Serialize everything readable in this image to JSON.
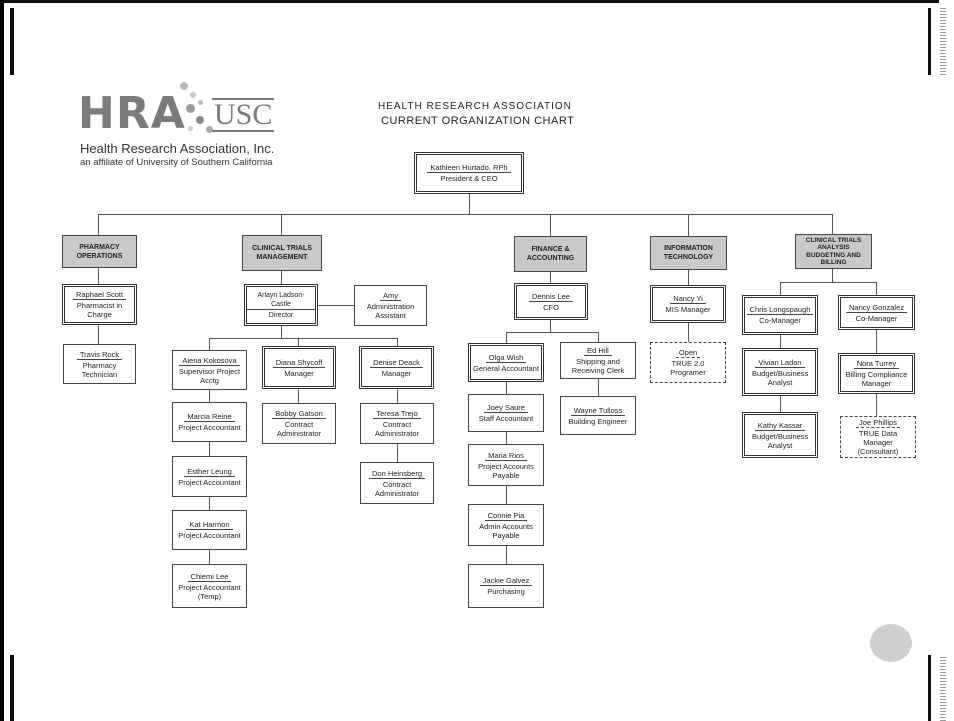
{
  "logo": {
    "mark": "HRA",
    "usc": "USC",
    "org_name": "Health Research Association, Inc.",
    "affiliation": "an affiliate of University of Southern California"
  },
  "header": {
    "title_line1": "HEALTH RESEARCH ASSOCIATION",
    "title_line2": "CURRENT ORGANIZATION CHART"
  },
  "ceo": {
    "name": "Kathleen Hurtado, RPh",
    "title": "President & CEO"
  },
  "departments": {
    "pharmacy": "PHARMACY OPERATIONS",
    "clinical_trials": "CLINICAL TRIALS MANAGEMENT",
    "finance": "FINANCE & ACCOUNTING",
    "it": "INFORMATION TECHNOLOGY",
    "ct_billing": "CLINICAL TRIALS ANALYSIS BUDGETING AND BILLING"
  },
  "pharmacy": {
    "head": {
      "name": "Raphael Scott",
      "title": "Pharmacist in Charge"
    },
    "staff": {
      "name": "Travis Rock",
      "title": "Pharmacy Technician"
    }
  },
  "clinical": {
    "director": {
      "name": "Arlayn Ladson-Castle",
      "title": "Director"
    },
    "assistant": {
      "name": "Amy",
      "title": "Administration Assistant"
    },
    "aiena": {
      "name": "Aiena Kokosova",
      "title": "Supervisor Project Acctg"
    },
    "marcia": {
      "name": "Marcia Reine",
      "title": "Project Accountant"
    },
    "esther": {
      "name": "Esther Leung",
      "title": "Project Accountant"
    },
    "kat": {
      "name": "Kat Harmon",
      "title": "Project Accountant"
    },
    "chiemi": {
      "name": "Chiemi Lee",
      "title": "Project Accountant (Temp)"
    },
    "diana": {
      "name": "Diana Shycoff",
      "title": "Manager"
    },
    "bobby": {
      "name": "Bobby Gatson",
      "title": "Contract Administrator"
    },
    "denise": {
      "name": "Denise Deack",
      "title": "Manager"
    },
    "teresa": {
      "name": "Teresa Trejo",
      "title": "Contract Administrator"
    },
    "don": {
      "name": "Don Heinsberg",
      "title": "Contract Administrator"
    }
  },
  "finance": {
    "cfo": {
      "name": "Dennis Lee",
      "title": "CFO"
    },
    "olga": {
      "name": "Olga Wish",
      "title": "General Accountant"
    },
    "joey": {
      "name": "Joey Saure",
      "title": "Staff Accountant"
    },
    "maria": {
      "name": "Maria Rios",
      "title": "Project Accounts Payable"
    },
    "connie": {
      "name": "Connie Pia",
      "title": "Admin Accounts Payable"
    },
    "jackie": {
      "name": "Jackie Galvez",
      "title": "Purchasing"
    },
    "ed": {
      "name": "Ed Hill",
      "title": "Shipping and Receiving Clerk"
    },
    "wayne": {
      "name": "Wayne Tulloss",
      "title": "Building Engineer"
    }
  },
  "it": {
    "manager": {
      "name": "Nancy Yi",
      "title": "MIS Manager"
    },
    "open": {
      "name": "Open",
      "title": "TRUE 2.0 Programer"
    }
  },
  "billing": {
    "chris": {
      "name": "Chris Longspaugh",
      "title": "Co-Manager"
    },
    "vivian": {
      "name": "Vivian Ladan",
      "title": "Budget/Business Analyst"
    },
    "kathy": {
      "name": "Kathy Kassar",
      "title": "Budget/Business Analyst"
    },
    "nancy_g": {
      "name": "Nancy Gonzalez",
      "title": "Co-Manager"
    },
    "nora": {
      "name": "Nora Turrey",
      "title": "Billing Compliance Manager"
    },
    "joe": {
      "name": "Joe Phillips",
      "title": "TRUE Data Manager (Consultant)"
    }
  }
}
